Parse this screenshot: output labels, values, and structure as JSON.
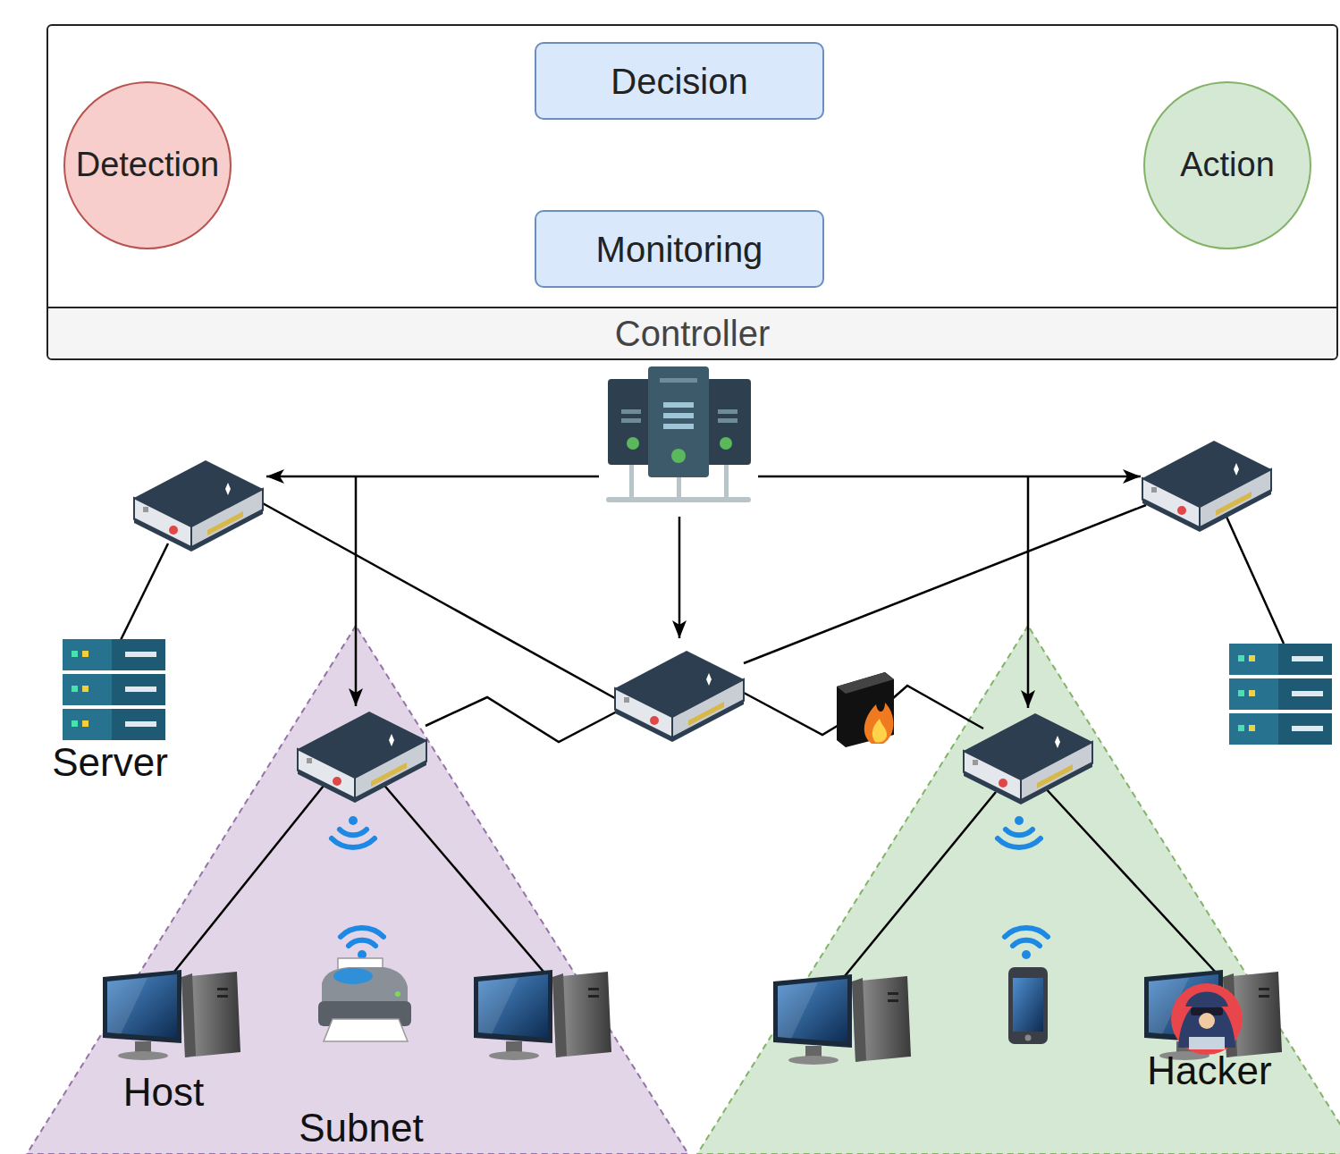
{
  "diagram": {
    "nodes": [
      {
        "text": [
          "Controller"
        ]
      },
      {
        "text": [
          "Detection"
        ],
        "in": 0
      },
      {
        "text": [
          "Decision"
        ],
        "in": 0
      },
      {
        "text": [
          "Action"
        ],
        "in": 0
      },
      {
        "text": [
          "Monitoring"
        ],
        "in": 0
      }
    ],
    "edges": [
      {
        "from": 1,
        "to": 2,
        "arrow": "to"
      },
      {
        "from": 2,
        "to": 3,
        "arrow": "to"
      },
      {
        "from": 3,
        "to": 4,
        "arrow": "to"
      },
      {
        "from": 4,
        "to": 1,
        "arrow": "to"
      }
    ],
    "labels": [
      "Server",
      "Host",
      "Subnet",
      "Hacker"
    ]
  }
}
